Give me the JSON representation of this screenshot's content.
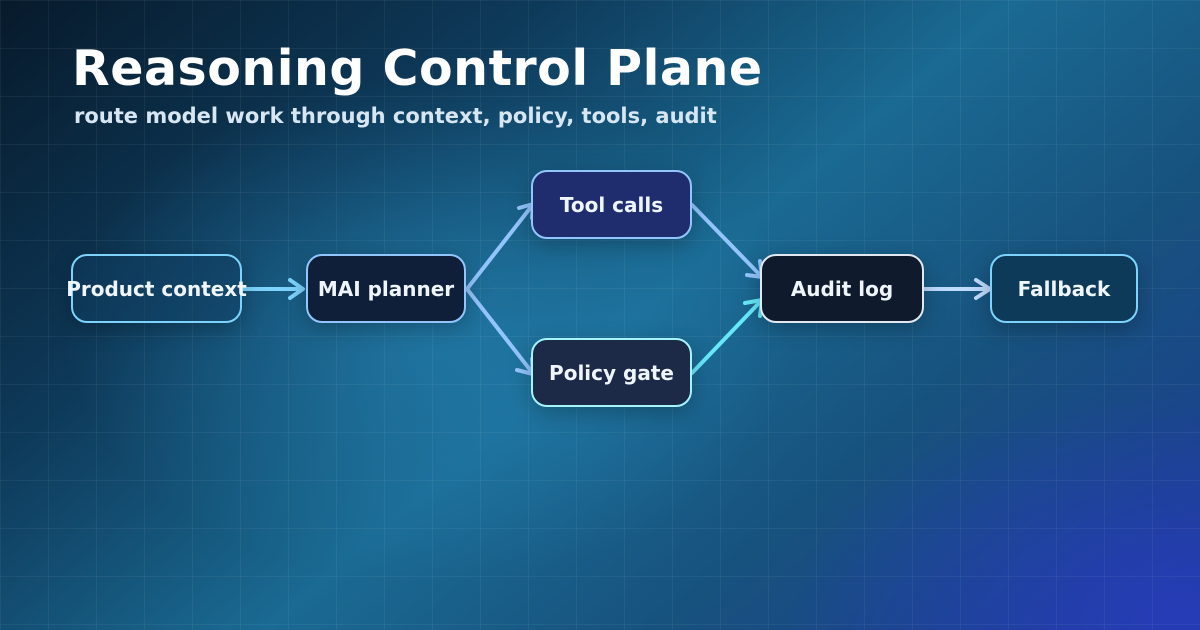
{
  "header": {
    "title": "Reasoning Control Plane",
    "subtitle": "route model work through context, policy, tools, audit"
  },
  "diagram": {
    "nodes": [
      {
        "id": "product",
        "label": "Product context"
      },
      {
        "id": "planner",
        "label": "MAI planner"
      },
      {
        "id": "tools",
        "label": "Tool calls"
      },
      {
        "id": "policy",
        "label": "Policy gate"
      },
      {
        "id": "audit",
        "label": "Audit log"
      },
      {
        "id": "fallback",
        "label": "Fallback"
      }
    ],
    "edges": [
      {
        "from": "product",
        "to": "planner",
        "color": "#7dd3fc"
      },
      {
        "from": "planner",
        "to": "tools",
        "color": "#93c5fd"
      },
      {
        "from": "planner",
        "to": "policy",
        "color": "#93c5fd"
      },
      {
        "from": "tools",
        "to": "audit",
        "color": "#93c5fd"
      },
      {
        "from": "policy",
        "to": "audit",
        "color": "#67e8f9"
      },
      {
        "from": "audit",
        "to": "fallback",
        "color": "#bfdbfe"
      }
    ]
  },
  "colors": {
    "background_dark": "#071a2b",
    "background_mid": "#1a6a93",
    "background_accent": "#1c3b93",
    "text_primary": "#ffffff",
    "text_secondary": "#d7e6f3"
  }
}
